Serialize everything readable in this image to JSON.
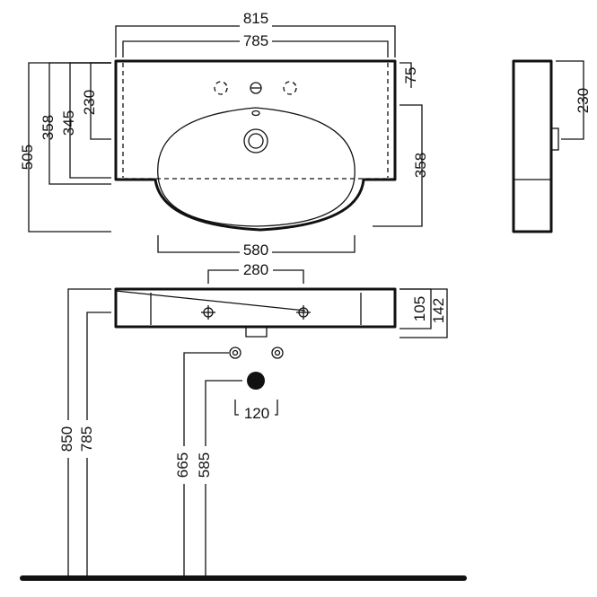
{
  "colors": {
    "line": "#111111",
    "background": "#ffffff"
  },
  "top_view": {
    "width_overall": "815",
    "width_inner": "785",
    "depth_basin_front": "505",
    "depth_side_1": "358",
    "depth_side_2": "345",
    "depth_tap_row": "230",
    "rim_depth": "75",
    "bowl_depth": "358",
    "bowl_width": "580"
  },
  "side_view": {
    "depth": "230"
  },
  "front_view": {
    "bracket_spacing": "280",
    "height_inner": "105",
    "height_outer": "142"
  },
  "installation": {
    "rim_height": "850",
    "bracket_height": "785",
    "supply_height": "665",
    "waste_height": "585",
    "supply_spacing": "120"
  }
}
